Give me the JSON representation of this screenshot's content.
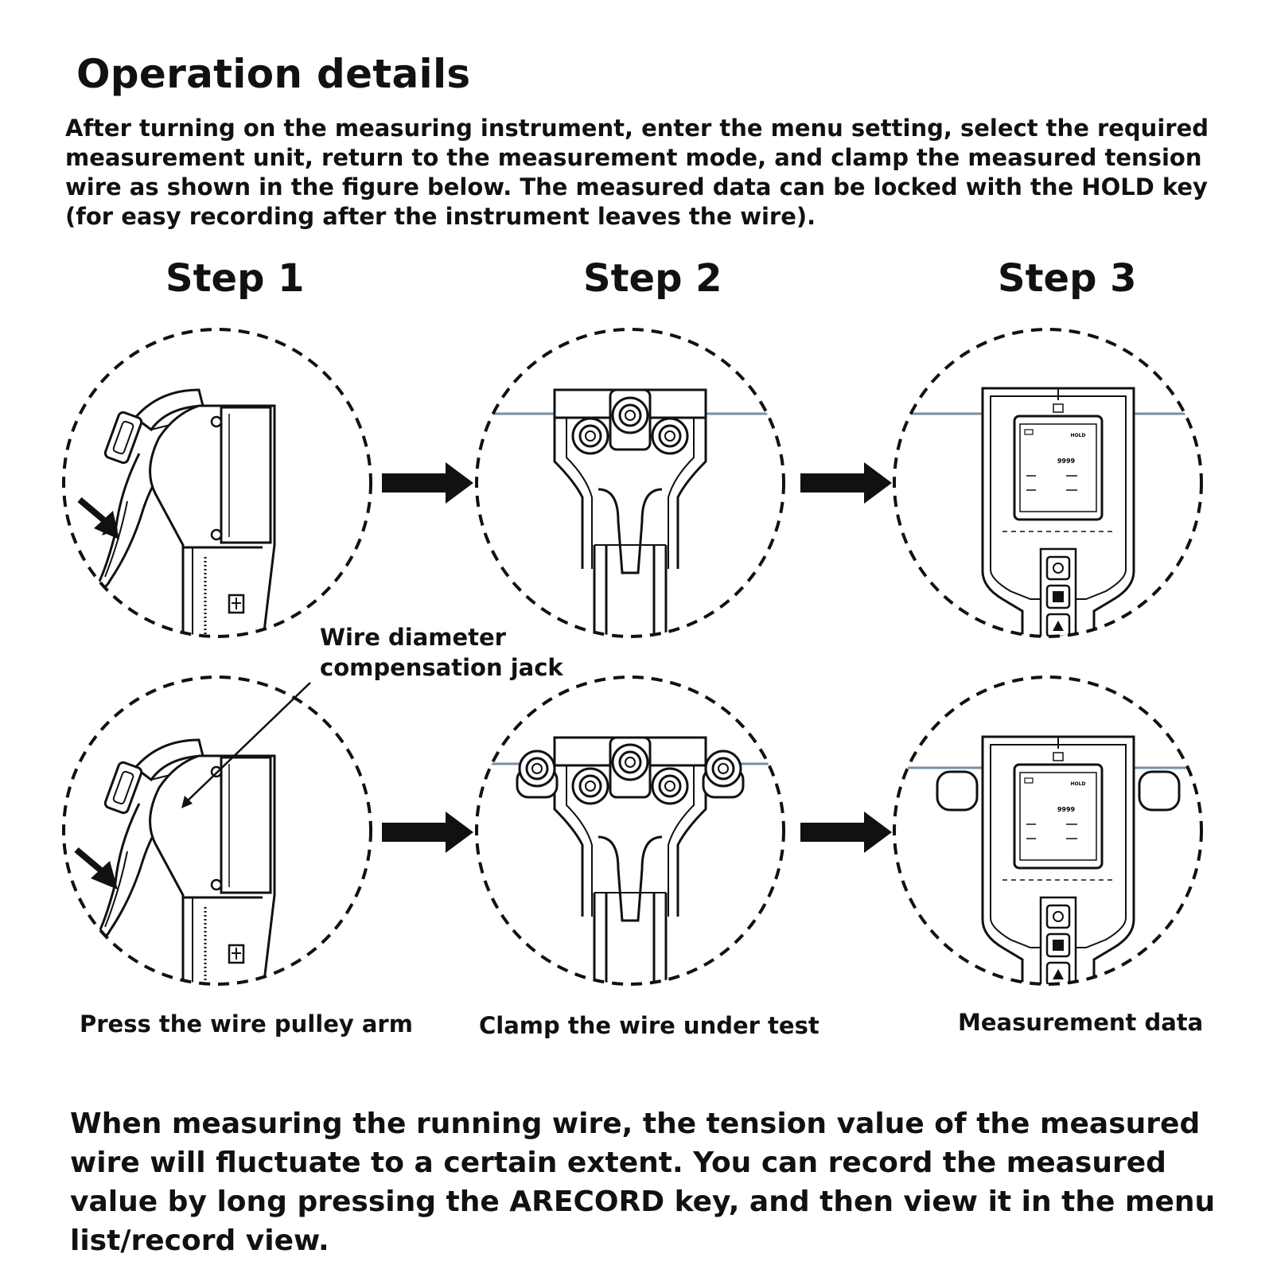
{
  "title": "Operation details",
  "intro": "After turning on the measuring instrument, enter the menu setting, select the required measurement unit, return to the measurement mode, and clamp the measured tension wire as shown in the figure below. The measured data can be locked with the HOLD key (for easy recording after the instrument leaves the wire).",
  "steps": [
    "Step 1",
    "Step 2",
    "Step 3"
  ],
  "callout": {
    "line1": "Wire diameter",
    "line2": "compensation jack"
  },
  "captions": [
    "Press the wire pulley arm",
    "Clamp the wire under test",
    "Measurement data"
  ],
  "display": {
    "value": "9999",
    "status": "HOLD"
  },
  "outro": "When measuring the running wire, the tension value of the measured wire will fluctuate to a certain extent. You can record the measured value by long pressing the ARECORD key, and then view it in the menu list/record view.",
  "colors": {
    "wire": "#7a8ea6",
    "ink": "#111111"
  }
}
